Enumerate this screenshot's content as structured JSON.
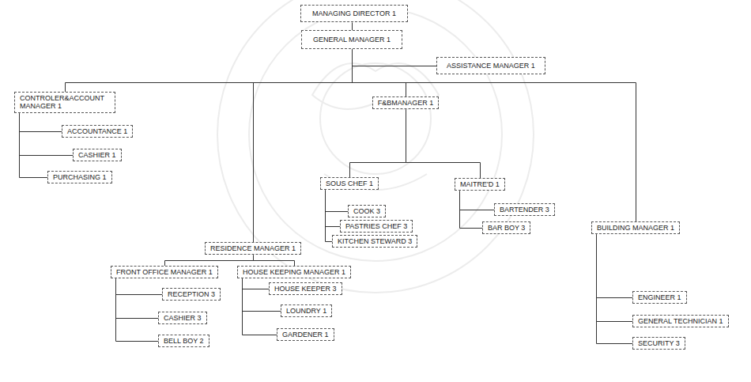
{
  "diagram": {
    "nodes": [
      {
        "text": [
          "MANAGING DIRECTOR 1"
        ]
      },
      {
        "text": [
          "GENERAL MANAGER 1"
        ]
      },
      {
        "text": [
          "ASSISTANCE MANAGER 1"
        ]
      },
      {
        "text": [
          "CONTROLER&ACCOUNT MANAGER 1"
        ]
      },
      {
        "text": [
          "ACCOUNTANCE 1"
        ]
      },
      {
        "text": [
          "CASHIER 1"
        ]
      },
      {
        "text": [
          "PURCHASING 1"
        ]
      },
      {
        "text": [
          "F&BMANAGER 1"
        ]
      },
      {
        "text": [
          "SOUS CHEF 1"
        ]
      },
      {
        "text": [
          "COOK 3"
        ]
      },
      {
        "text": [
          "PASTRIES CHEF 3"
        ]
      },
      {
        "text": [
          "KITCHEN STEWARD 3"
        ]
      },
      {
        "text": [
          "MAITRE'D 1"
        ]
      },
      {
        "text": [
          "BARTENDER 3"
        ]
      },
      {
        "text": [
          "BAR BOY 3"
        ]
      },
      {
        "text": [
          "BUILDING MANAGER 1"
        ]
      },
      {
        "text": [
          "ENGINEER 1"
        ]
      },
      {
        "text": [
          "GENERAL TECHNICIAN 1"
        ]
      },
      {
        "text": [
          "SECURITY 3"
        ]
      },
      {
        "text": [
          "RESIDENCE MANAGER 1"
        ]
      },
      {
        "text": [
          "FRONT OFFICE MANAGER 1"
        ]
      },
      {
        "text": [
          "RECEPTION 3"
        ]
      },
      {
        "text": [
          "CASHIER 3"
        ]
      },
      {
        "text": [
          "BELL BOY 2"
        ]
      },
      {
        "text": [
          "HOUSE KEEPING MANAGER 1"
        ]
      },
      {
        "text": [
          "HOUSE KEEPER 3"
        ]
      },
      {
        "text": [
          "LOUNDRY 1"
        ]
      },
      {
        "text": [
          "GARDENER 1"
        ]
      }
    ],
    "edges": [
      {
        "from": 0,
        "to": 1,
        "arrow": "none"
      },
      {
        "from": 1,
        "to": 2,
        "arrow": "none"
      },
      {
        "from": 1,
        "to": 3,
        "arrow": "none"
      },
      {
        "from": 1,
        "to": 7,
        "arrow": "none"
      },
      {
        "from": 1,
        "to": 19,
        "arrow": "none"
      },
      {
        "from": 1,
        "to": 15,
        "arrow": "none"
      },
      {
        "from": 3,
        "to": 4,
        "arrow": "none"
      },
      {
        "from": 3,
        "to": 5,
        "arrow": "none"
      },
      {
        "from": 3,
        "to": 6,
        "arrow": "none"
      },
      {
        "from": 7,
        "to": 8,
        "arrow": "none"
      },
      {
        "from": 7,
        "to": 12,
        "arrow": "none"
      },
      {
        "from": 8,
        "to": 9,
        "arrow": "none"
      },
      {
        "from": 8,
        "to": 10,
        "arrow": "none"
      },
      {
        "from": 8,
        "to": 11,
        "arrow": "none"
      },
      {
        "from": 12,
        "to": 13,
        "arrow": "none"
      },
      {
        "from": 12,
        "to": 14,
        "arrow": "none"
      },
      {
        "from": 15,
        "to": 16,
        "arrow": "none"
      },
      {
        "from": 15,
        "to": 17,
        "arrow": "none"
      },
      {
        "from": 15,
        "to": 18,
        "arrow": "none"
      },
      {
        "from": 19,
        "to": 20,
        "arrow": "none"
      },
      {
        "from": 19,
        "to": 24,
        "arrow": "none"
      },
      {
        "from": 20,
        "to": 21,
        "arrow": "none"
      },
      {
        "from": 20,
        "to": 22,
        "arrow": "none"
      },
      {
        "from": 20,
        "to": 23,
        "arrow": "none"
      },
      {
        "from": 24,
        "to": 25,
        "arrow": "none"
      },
      {
        "from": 24,
        "to": 26,
        "arrow": "none"
      },
      {
        "from": 24,
        "to": 27,
        "arrow": "none"
      }
    ]
  }
}
